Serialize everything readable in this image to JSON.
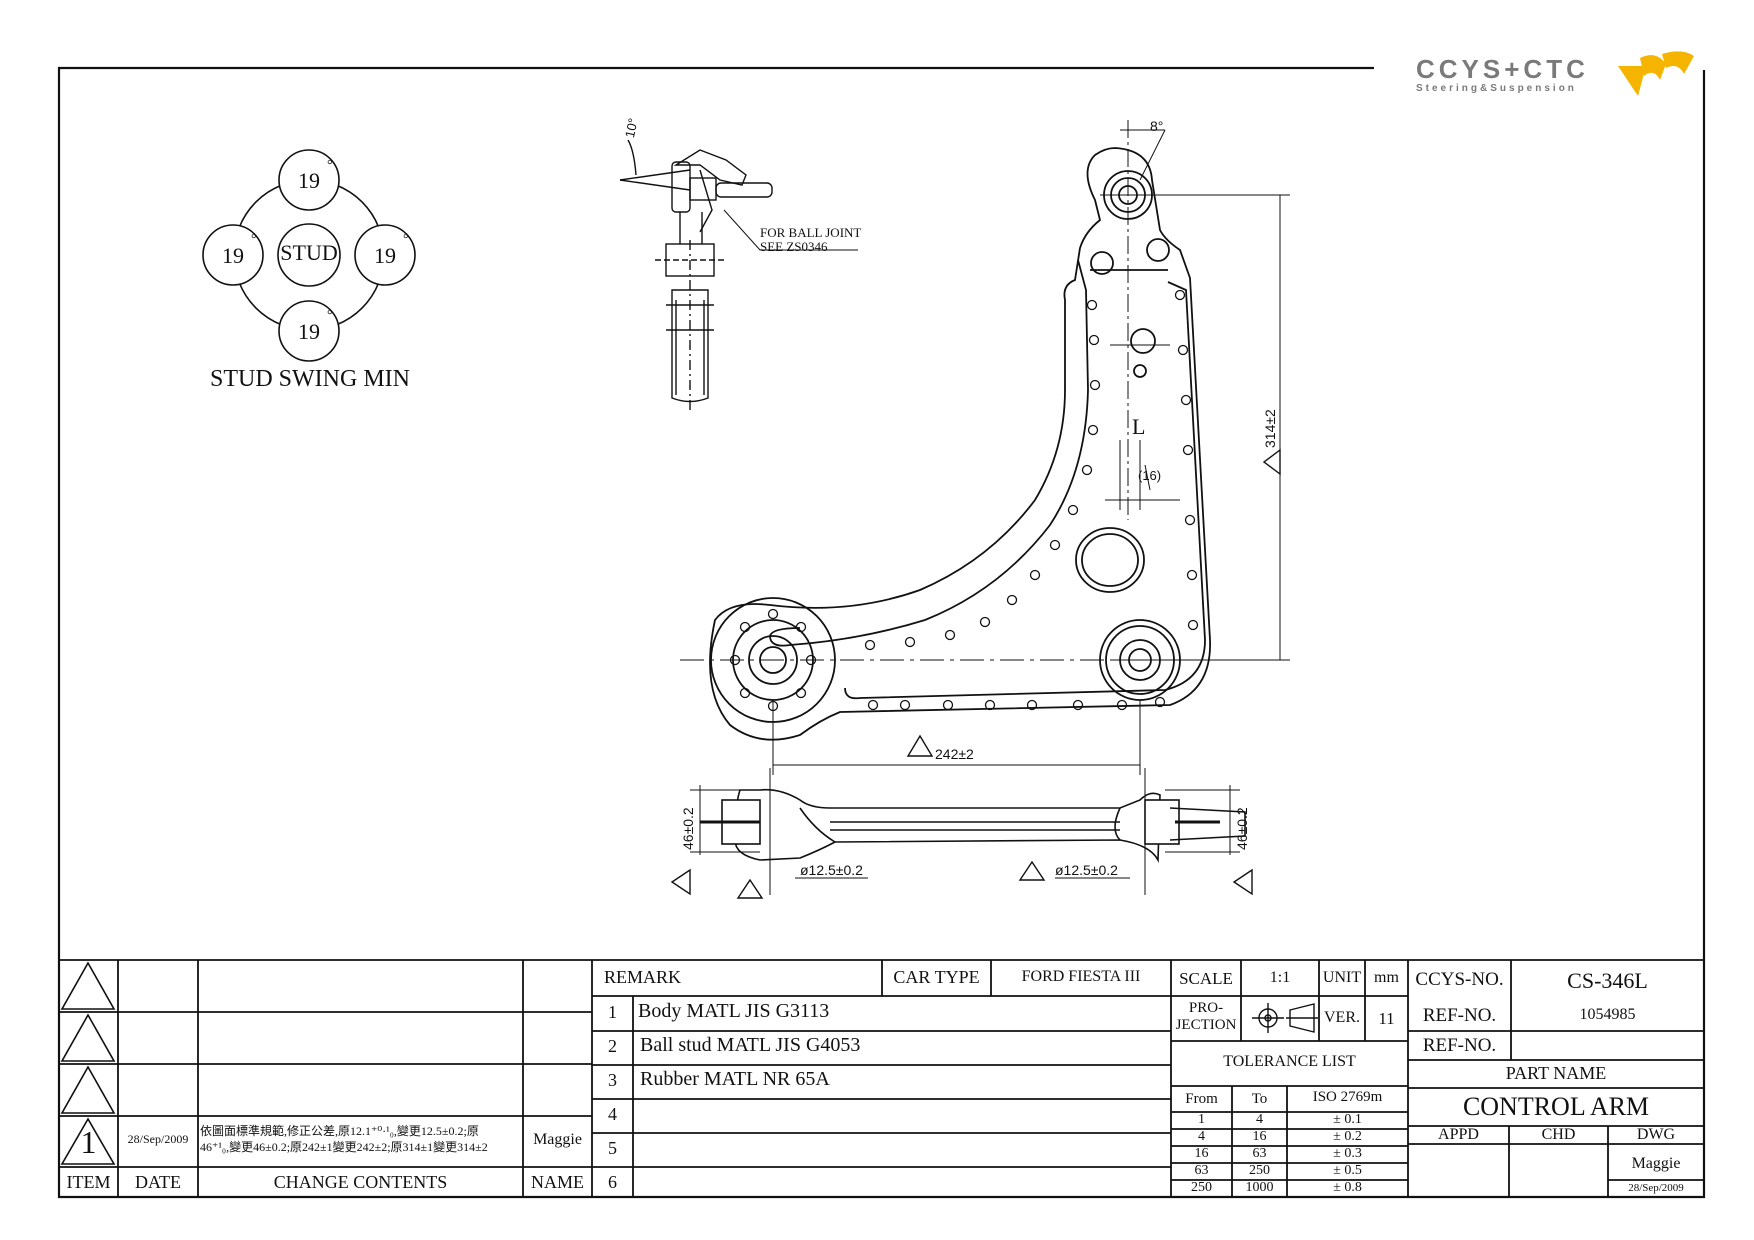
{
  "logo": {
    "brand": "CCYS+CTC",
    "tagline": "Steering&Suspension",
    "colors": {
      "text": "#7a7a7a",
      "mark": "#f5b400"
    }
  },
  "stud_swing": {
    "center_label": "STUD",
    "angles": [
      "19",
      "19",
      "19",
      "19"
    ],
    "degree": "°",
    "caption": "STUD SWING MIN"
  },
  "side_view": {
    "angle": "10°",
    "note_line1": "FOR BALL JOINT",
    "note_line2": "SEE ZS0346"
  },
  "plan_view": {
    "angle": "8°",
    "height_dim": "314±2",
    "offset_dim": "(16)",
    "side_mark": "L",
    "width_dim": "242±2"
  },
  "section_view": {
    "left_height": "46±0.2",
    "right_height": "46±0.2",
    "bore_left": "ø12.5±0.2",
    "bore_right": "ø12.5±0.2"
  },
  "revision_block": {
    "headers": {
      "item": "ITEM",
      "date": "DATE",
      "change": "CHANGE CONTENTS",
      "name": "NAME"
    },
    "entry": {
      "item": "1",
      "date": "28/Sep/2009",
      "change_line1": "依圖面標準規範,修正公差,原12.1⁺⁰·¹₀,變更12.5±0.2;原",
      "change_line2": "46⁺¹₀,變更46±0.2;原242±1變更242±2;原314±1變更314±2",
      "name": "Maggie"
    }
  },
  "remarks": {
    "header": "REMARK",
    "car_type_label": "CAR TYPE",
    "car_type": "FORD FIESTA III",
    "rows": [
      {
        "no": "1",
        "text": "Body MATL JIS G3113"
      },
      {
        "no": "2",
        "text": "Ball stud MATL JIS G4053"
      },
      {
        "no": "3",
        "text": "Rubber MATL NR 65A"
      },
      {
        "no": "4",
        "text": ""
      },
      {
        "no": "5",
        "text": ""
      },
      {
        "no": "6",
        "text": ""
      }
    ]
  },
  "spec": {
    "scale_label": "SCALE",
    "scale": "1:1",
    "unit_label": "UNIT",
    "unit": "mm",
    "projection_line1": "PRO-",
    "projection_line2": "JECTION",
    "ver_label": "VER.",
    "ver": "11",
    "tolerance_title": "TOLERANCE LIST",
    "tol_headers": {
      "from": "From",
      "to": "To",
      "iso": "ISO 2769m"
    },
    "tolerances": [
      {
        "from": "1",
        "to": "4",
        "tol": "± 0.1"
      },
      {
        "from": "4",
        "to": "16",
        "tol": "± 0.2"
      },
      {
        "from": "16",
        "to": "63",
        "tol": "± 0.3"
      },
      {
        "from": "63",
        "to": "250",
        "tol": "± 0.5"
      },
      {
        "from": "250",
        "to": "1000",
        "tol": "± 0.8"
      }
    ]
  },
  "title_block": {
    "ccys_label": "CCYS-NO.",
    "ccys_no": "CS-346L",
    "ref_label_1": "REF-NO.",
    "ref_no_1": "1054985",
    "ref_label_2": "REF-NO.",
    "ref_no_2": "",
    "part_name_label": "PART NAME",
    "part_name": "CONTROL ARM",
    "appd_label": "APPD",
    "chd_label": "CHD",
    "dwg_label": "DWG",
    "dwg_name": "Maggie",
    "dwg_date": "28/Sep/2009"
  }
}
